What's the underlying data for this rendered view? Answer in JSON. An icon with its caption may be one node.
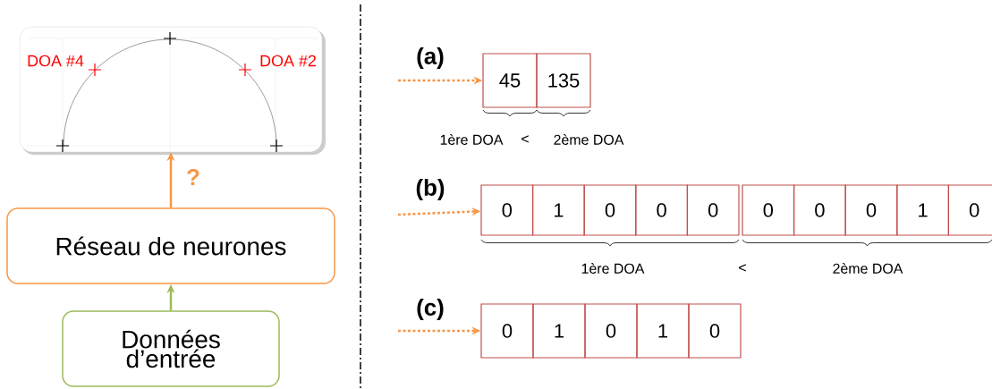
{
  "diagram": {
    "nodes": [
      {
        "text": [
          "DOA #4",
          "DOA #2"
        ]
      },
      {
        "text": [
          "Réseau de neurones"
        ]
      },
      {
        "text": [
          "Données d’entrée"
        ]
      },
      {
        "text": [
          "45"
        ]
      },
      {
        "text": [
          "135"
        ]
      },
      {
        "text": [
          "0"
        ]
      },
      {
        "text": [
          "1"
        ]
      },
      {
        "text": [
          "0"
        ]
      },
      {
        "text": [
          "0"
        ]
      },
      {
        "text": [
          "0"
        ]
      },
      {
        "text": [
          "0"
        ]
      },
      {
        "text": [
          "0"
        ]
      },
      {
        "text": [
          "0"
        ]
      },
      {
        "text": [
          "1"
        ]
      },
      {
        "text": [
          "0"
        ]
      },
      {
        "text": [
          "0"
        ]
      },
      {
        "text": [
          "1"
        ]
      },
      {
        "text": [
          "0"
        ]
      },
      {
        "text": [
          "1"
        ]
      },
      {
        "text": [
          "0"
        ]
      }
    ],
    "edges": [
      {
        "from": 1,
        "to": 0,
        "arrow": "to",
        "label": "?"
      },
      {
        "from": 2,
        "to": 1,
        "arrow": "to",
        "color": "#9bbb59"
      },
      {
        "from": null,
        "to": 3,
        "arrow": "to",
        "style": "dashed"
      },
      {
        "from": null,
        "to": 5,
        "arrow": "to",
        "style": "dashed"
      },
      {
        "from": null,
        "to": 15,
        "arrow": "to",
        "style": "dashed"
      }
    ],
    "labels": [
      "(a)",
      "1ère DOA",
      "<",
      "2ème DOA",
      "(b)",
      "1ère DOA",
      "<",
      "2ème DOA",
      "(c)"
    ]
  }
}
